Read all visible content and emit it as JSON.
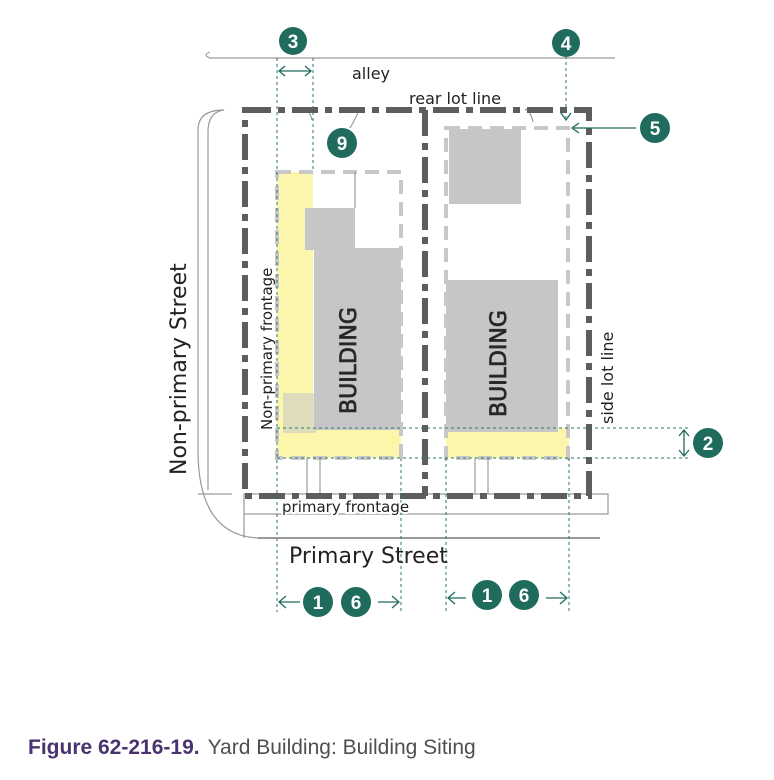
{
  "labels": {
    "alley": "alley",
    "rear_lot_line": "rear lot line",
    "non_primary_street": "Non-primary Street",
    "non_primary_frontage": "Non-primary frontage",
    "primary_street": "Primary Street",
    "primary_frontage": "primary frontage",
    "side_lot_line": "side lot line",
    "building_left": "BUILDING",
    "building_right": "BUILDING"
  },
  "callouts": {
    "c1_left": "1",
    "c6_left": "6",
    "c1_right": "1",
    "c6_right": "6",
    "c2": "2",
    "c3": "3",
    "c4": "4",
    "c5": "5",
    "c9": "9"
  },
  "caption": {
    "figure": "Figure 62-216-19.",
    "title": "Yard Building: Building Siting"
  },
  "colors": {
    "callout": "#1f6b5e",
    "dim_line": "#1f6b5e",
    "lot_line": "#5d5d5d",
    "setback": "#c7c7c7",
    "building": "#c6c6c6",
    "highlight": "#fbf6a6",
    "street": "#9a9a9a"
  }
}
